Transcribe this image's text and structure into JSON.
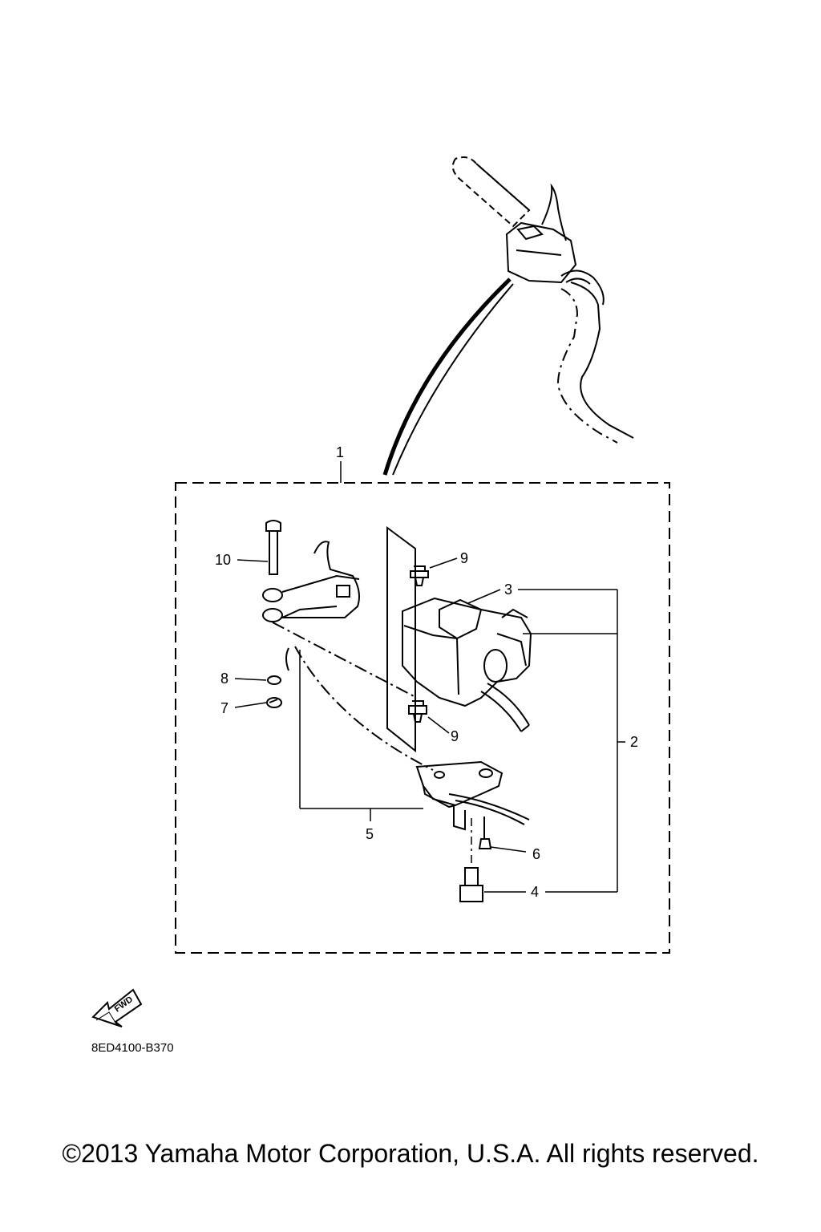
{
  "diagram": {
    "part_numbers": [
      "1",
      "2",
      "3",
      "4",
      "5",
      "6",
      "7",
      "8",
      "9",
      "9",
      "10"
    ],
    "fwd_label": "FWD",
    "drawing_code": "8ED4100-B370"
  },
  "footer": {
    "copyright": "©2013 Yamaha Motor Corporation, U.S.A. All rights reserved."
  }
}
